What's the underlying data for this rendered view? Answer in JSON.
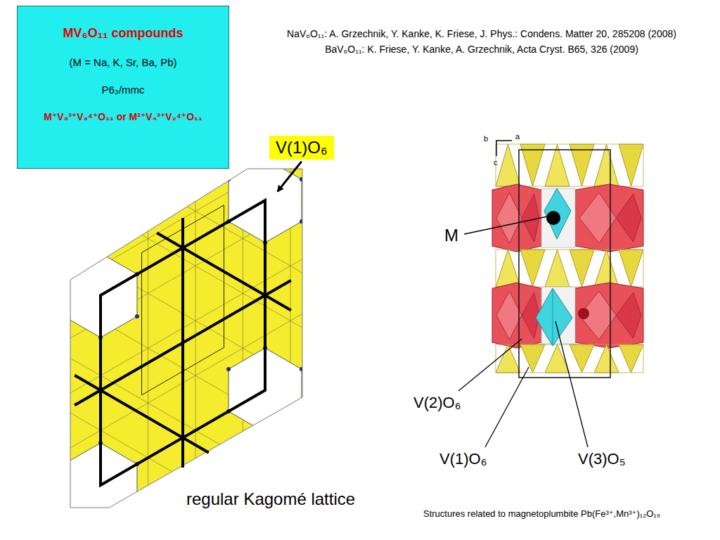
{
  "diagram": {
    "nodes": [
      {
        "text": [
          "MV₆O₁₁  compounds",
          "(M = Na, K, Sr, Ba, Pb)",
          "P6₃/mmc",
          "M⁺V₃³⁺V₃⁴⁺O₁₁  or  M²⁺V₄³⁺V₂⁴⁺O₁₁"
        ]
      },
      {
        "text": [
          "V(1)O₆"
        ]
      }
    ],
    "labels": [
      "NaV₆O₁₁: A. Grzechnik, Y. Kanke, K. Friese, J. Phys.: Condens. Matter 20, 285208 (2008)",
      "BaV₆O₁₁: K. Friese, Y. Kanke, A. Grzechnik, Acta Cryst. B65, 326 (2009)",
      "regular Kagomé lattice",
      "M",
      "V(2)O₆",
      "V(1)O₆",
      "V(3)O₅",
      "b",
      "a",
      "c",
      "Structures related to magnetoplumbite Pb(Fe³⁺,Mn³⁺)₁₂O₁₉"
    ]
  }
}
